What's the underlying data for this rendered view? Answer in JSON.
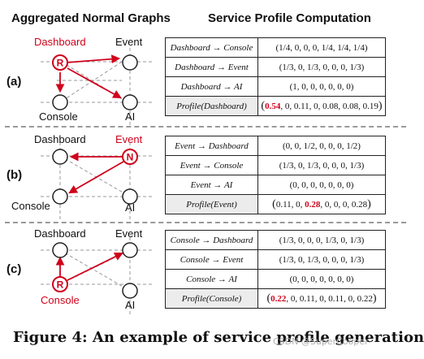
{
  "headers": {
    "left": "Aggregated Normal Graphs",
    "right": "Service Profile Computation"
  },
  "colors": {
    "accent": "#d0021b",
    "node_fill": "#ffffff",
    "edge": "#999999"
  },
  "sections": [
    {
      "label": "(a)",
      "nodes": {
        "top_left": "Dashboard",
        "top_right": "Event",
        "bottom_left": "Console",
        "bottom_right": "AI",
        "marker": "R",
        "marked": "Dashboard"
      },
      "rows": [
        {
          "key": "Dashboard → Console",
          "value": "(1/4, 0, 0, 0, 1/4, 1/4, 1/4)"
        },
        {
          "key": "Dashboard → Event",
          "value": "(1/3, 0, 1/3, 0, 0, 0, 1/3)"
        },
        {
          "key": "Dashboard → AI",
          "value": "(1, 0, 0, 0, 0, 0, 0)"
        },
        {
          "key": "Profile(Dashboard)",
          "value_hl": "0.54",
          "value_rest": ", 0, 0.11, 0, 0.08, 0.08, 0.19"
        }
      ]
    },
    {
      "label": "(b)",
      "nodes": {
        "top_left": "Dashboard",
        "top_right": "Event",
        "bottom_left": "Console",
        "bottom_right": "AI",
        "marker": "N",
        "marked": "Event"
      },
      "rows": [
        {
          "key": "Event → Dashboard",
          "value": "(0, 0, 1/2, 0, 0, 0, 1/2)"
        },
        {
          "key": "Event → Console",
          "value": "(1/3, 0, 1/3, 0, 0, 0, 1/3)"
        },
        {
          "key": "Event → AI",
          "value": "(0, 0, 0, 0, 0, 0, 0)"
        },
        {
          "key": "Profile(Event)",
          "value_pre": "0.11, 0, ",
          "value_hl": "0.28",
          "value_rest": ", 0, 0, 0, 0.28"
        }
      ]
    },
    {
      "label": "(c)",
      "nodes": {
        "top_left": "Dashboard",
        "top_right": "Event",
        "bottom_left": "Console",
        "bottom_right": "AI",
        "marker": "R",
        "marked": "Console"
      },
      "rows": [
        {
          "key": "Console → Dashboard",
          "value": "(1/3, 0, 0, 0, 1/3, 0, 1/3)"
        },
        {
          "key": "Console → Event",
          "value": "(1/3, 0, 1/3, 0, 0, 0, 1/3)"
        },
        {
          "key": "Console → AI",
          "value": "(0, 0, 0, 0, 0, 0, 0)"
        },
        {
          "key": "Profile(Console)",
          "value_hl": "0.22",
          "value_rest": ", 0, 0.11, 0, 0.11, 0, 0.22"
        }
      ]
    }
  ],
  "caption": "Figure 4: An example of service profile generation",
  "watermark": "CSDN @SuperCooper"
}
